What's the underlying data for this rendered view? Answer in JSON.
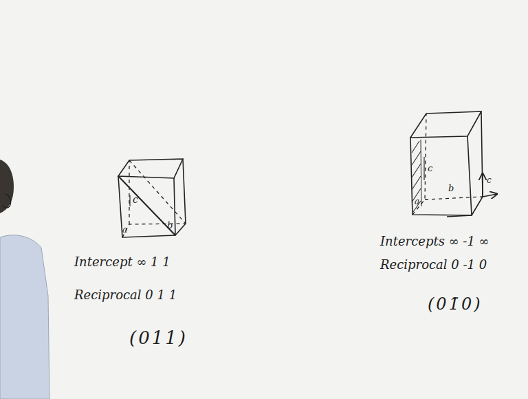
{
  "diagram": {
    "labels": [
      "c",
      "a",
      "b",
      "Intercept ∞ 1 1",
      "Reciprocal 0 1 1",
      "(011)",
      "c",
      "b",
      "a",
      "c",
      "Intercepts ∞ -1 ∞",
      "Reciprocal 0 -1 0",
      "(01̄0)"
    ]
  }
}
